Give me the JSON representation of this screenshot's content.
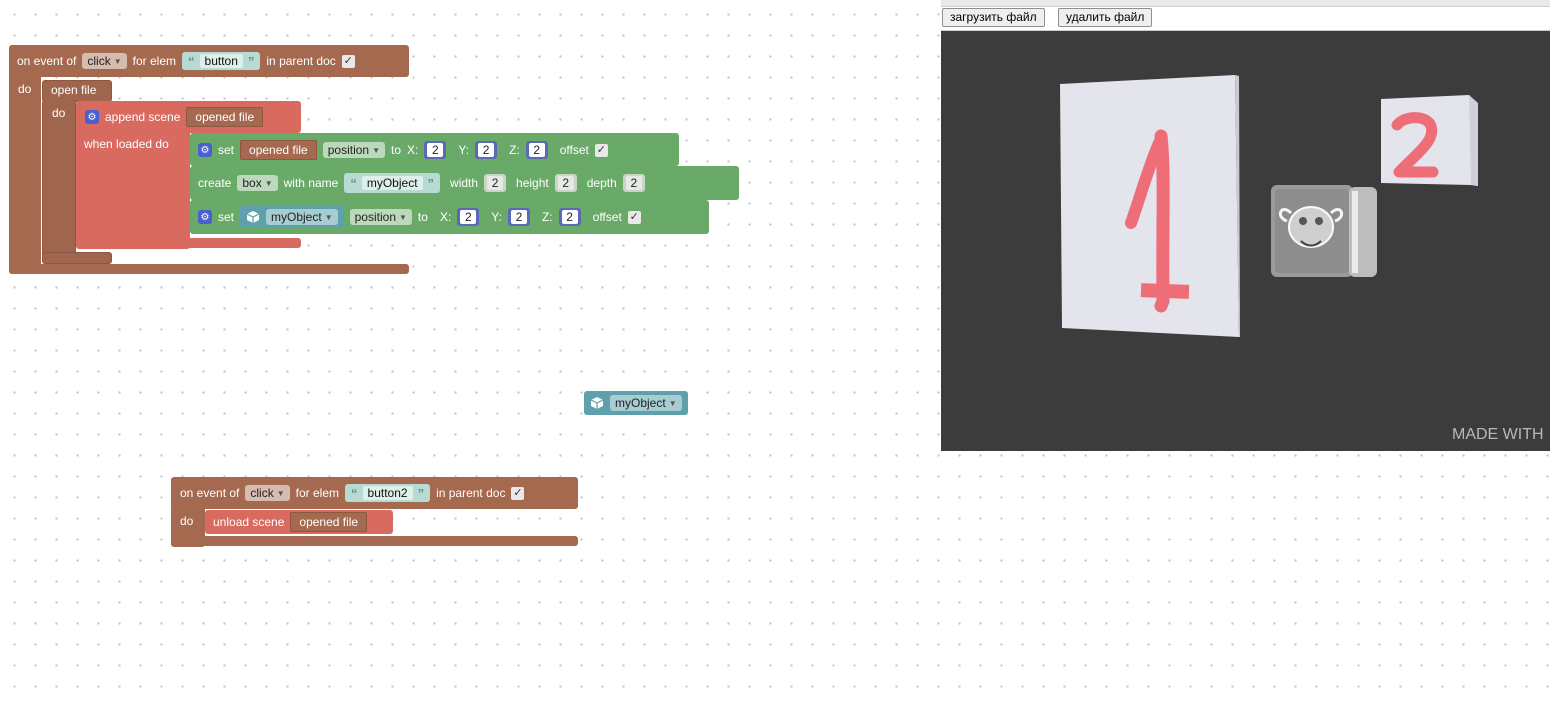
{
  "event1": {
    "on_event_of": "on event of",
    "event_type": "click",
    "for_elem": "for elem",
    "elem_value": "button",
    "in_parent_doc": "in parent doc",
    "do": "do",
    "open_file": "open file",
    "inner_do": "do",
    "append_scene": "append scene",
    "opened_file": "opened file",
    "when_loaded_do": "when loaded do"
  },
  "set1": {
    "set": "set",
    "target": "opened file",
    "property": "position",
    "to": "to",
    "x_label": "X:",
    "x": "2",
    "y_label": "Y:",
    "y": "2",
    "z_label": "Z:",
    "z": "2",
    "offset": "offset"
  },
  "create": {
    "create": "create",
    "shape": "box",
    "with_name": "with name",
    "name_value": "myObject",
    "width_label": "width",
    "width": "2",
    "height_label": "height",
    "height": "2",
    "depth_label": "depth",
    "depth": "2"
  },
  "set2": {
    "set": "set",
    "target": "myObject",
    "property": "position",
    "to": "to",
    "x_label": "X:",
    "x": "2",
    "y_label": "Y:",
    "y": "2",
    "z_label": "Z:",
    "z": "2",
    "offset": "offset"
  },
  "floating_var": {
    "label": "myObject"
  },
  "event2": {
    "on_event_of": "on event of",
    "event_type": "click",
    "for_elem": "for elem",
    "elem_value": "button2",
    "in_parent_doc": "in parent doc",
    "do": "do",
    "unload_scene": "unload scene",
    "opened_file": "opened file"
  },
  "viewer": {
    "upload_button": "загрузить файл",
    "delete_button": "удалить файл",
    "watermark": "MADE WITH",
    "panel_1_glyph": "1",
    "panel_2_glyph": "2"
  },
  "colors": {
    "event_block": "#a5694f",
    "scene_block": "#d86a5f",
    "object_block": "#6aaa68",
    "variable_block": "#5ea0ac",
    "number_block": "#5c68b8",
    "viewer_bg": "#3c3c3c"
  }
}
